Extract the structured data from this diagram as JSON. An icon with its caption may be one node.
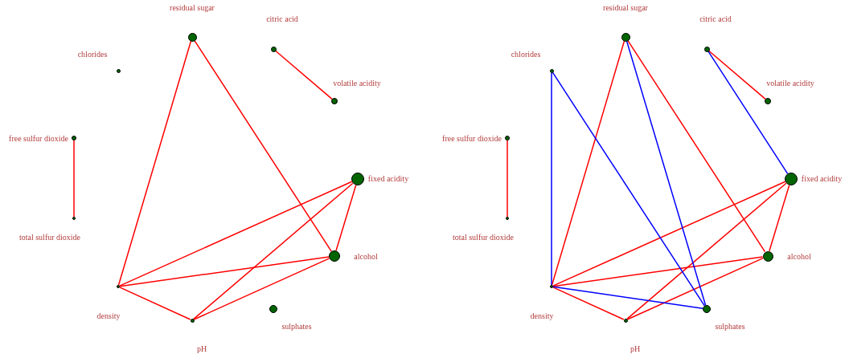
{
  "diagram": {
    "nodes": [
      {
        "text": [],
        "shape": "circle",
        "beside": [
          "residual sugar"
        ]
      },
      {
        "text": [],
        "shape": "circle",
        "beside": [
          "citric acid"
        ]
      },
      {
        "text": [],
        "shape": "circle",
        "beside": [
          "chlorides"
        ]
      },
      {
        "text": [],
        "shape": "circle",
        "beside": [
          "volatile acidity"
        ]
      },
      {
        "text": [],
        "shape": "circle",
        "beside": [
          "free sulfur dioxide"
        ]
      },
      {
        "text": [],
        "shape": "circle",
        "beside": [
          "fixed acidity"
        ]
      },
      {
        "text": [],
        "shape": "circle",
        "beside": [
          "total sulfur dioxide"
        ]
      },
      {
        "text": [],
        "shape": "circle",
        "beside": [
          "alcohol"
        ]
      },
      {
        "text": [],
        "shape": "circle",
        "beside": [
          "density"
        ]
      },
      {
        "text": [],
        "shape": "circle",
        "beside": [
          "sulphates"
        ]
      },
      {
        "text": [],
        "shape": "circle",
        "beside": [
          "pH"
        ]
      },
      {
        "text": [],
        "shape": "circle",
        "beside": [
          "residual sugar"
        ]
      },
      {
        "text": [],
        "shape": "circle",
        "beside": [
          "citric acid"
        ]
      },
      {
        "text": [],
        "shape": "circle",
        "beside": [
          "chlorides"
        ]
      },
      {
        "text": [],
        "shape": "circle",
        "beside": [
          "volatile acidity"
        ]
      },
      {
        "text": [],
        "shape": "circle",
        "beside": [
          "free sulfur dioxide"
        ]
      },
      {
        "text": [],
        "shape": "circle",
        "beside": [
          "fixed acidity"
        ]
      },
      {
        "text": [],
        "shape": "circle",
        "beside": [
          "total sulfur dioxide"
        ]
      },
      {
        "text": [],
        "shape": "circle",
        "beside": [
          "alcohol"
        ]
      },
      {
        "text": [],
        "shape": "circle",
        "beside": [
          "density"
        ]
      },
      {
        "text": [],
        "shape": "circle",
        "beside": [
          "sulphates"
        ]
      },
      {
        "text": [],
        "shape": "circle",
        "beside": [
          "pH"
        ]
      }
    ],
    "edges": [
      {
        "from": 0,
        "to": 8,
        "arrow": "none"
      },
      {
        "from": 0,
        "to": 7,
        "arrow": "none"
      },
      {
        "from": 1,
        "to": 3,
        "arrow": "none"
      },
      {
        "from": 4,
        "to": 6,
        "arrow": "none"
      },
      {
        "from": 5,
        "to": 8,
        "arrow": "none"
      },
      {
        "from": 5,
        "to": 10,
        "arrow": "none"
      },
      {
        "from": 5,
        "to": 7,
        "arrow": "none"
      },
      {
        "from": 7,
        "to": 8,
        "arrow": "none"
      },
      {
        "from": 7,
        "to": 10,
        "arrow": "none"
      },
      {
        "from": 8,
        "to": 10,
        "arrow": "none"
      },
      {
        "from": 11,
        "to": 19,
        "arrow": "none"
      },
      {
        "from": 11,
        "to": 18,
        "arrow": "none"
      },
      {
        "from": 12,
        "to": 14,
        "arrow": "none"
      },
      {
        "from": 15,
        "to": 17,
        "arrow": "none"
      },
      {
        "from": 16,
        "to": 19,
        "arrow": "none"
      },
      {
        "from": 16,
        "to": 21,
        "arrow": "none"
      },
      {
        "from": 16,
        "to": 18,
        "arrow": "none"
      },
      {
        "from": 18,
        "to": 19,
        "arrow": "none"
      },
      {
        "from": 18,
        "to": 21,
        "arrow": "none"
      },
      {
        "from": 19,
        "to": 21,
        "arrow": "none"
      },
      {
        "from": 13,
        "to": 19,
        "arrow": "none",
        "color": "#0000ff"
      },
      {
        "from": 13,
        "to": 20,
        "arrow": "none",
        "color": "#0000ff"
      },
      {
        "from": 11,
        "to": 20,
        "arrow": "none",
        "color": "#0000ff"
      },
      {
        "from": 12,
        "to": 16,
        "arrow": "none",
        "color": "#0000ff"
      },
      {
        "from": 19,
        "to": 20,
        "arrow": "none",
        "color": "#0000ff"
      }
    ]
  }
}
